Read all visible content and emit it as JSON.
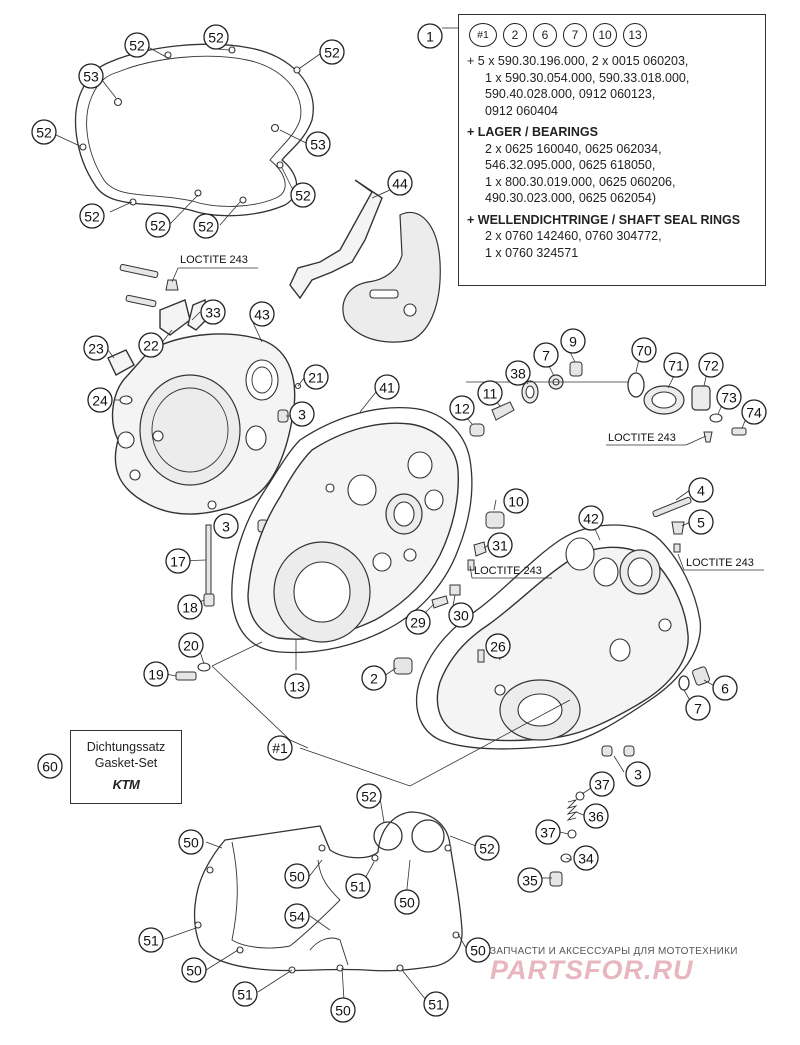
{
  "kit_box": {
    "header_callouts": [
      "#1",
      "2",
      "6",
      "7",
      "10",
      "13"
    ],
    "lines": [
      {
        "text": "+ 5 x 590.30.196.000, 2 x 0015 060203,",
        "style": "line"
      },
      {
        "text": "1 x 590.30.054.000, 590.33.018.000,",
        "style": "ind"
      },
      {
        "text": "590.40.028.000, 0912 060123,",
        "style": "ind"
      },
      {
        "text": "0912 060404",
        "style": "ind"
      },
      {
        "text": "+ LAGER / BEARINGS",
        "style": "sec"
      },
      {
        "text": "2 x  0625 160040, 0625 062034,",
        "style": "ind"
      },
      {
        "text": "546.32.095.000, 0625 618050,",
        "style": "ind"
      },
      {
        "text": "1 x  800.30.019.000, 0625 060206,",
        "style": "ind"
      },
      {
        "text": "490.30.023.000, 0625 062054)",
        "style": "ind"
      },
      {
        "text": "+ WELLENDICHTRINGE / SHAFT SEAL RINGS",
        "style": "sec"
      },
      {
        "text": "2 x 0760 142460, 0760 304772,",
        "style": "ind"
      },
      {
        "text": "1 x 0760 324571",
        "style": "ind"
      }
    ]
  },
  "gasket_set": {
    "line1": "Dichtungssatz",
    "line2": "Gasket-Set",
    "brand": "KTM"
  },
  "loctite_label": "LOCTITE 243",
  "assembly_ref": "#1",
  "callouts": [
    "1",
    "52",
    "52",
    "52",
    "53",
    "52",
    "53",
    "52",
    "52",
    "52",
    "52",
    "44",
    "33",
    "43",
    "22",
    "23",
    "21",
    "24",
    "3",
    "41",
    "38",
    "9",
    "7",
    "70",
    "71",
    "72",
    "73",
    "74",
    "11",
    "12",
    "3",
    "10",
    "4",
    "5",
    "42",
    "17",
    "31",
    "30",
    "29",
    "18",
    "20",
    "19",
    "13",
    "2",
    "26",
    "6",
    "7",
    "3",
    "60",
    "37",
    "36",
    "37",
    "34",
    "35",
    "52",
    "52",
    "50",
    "50",
    "51",
    "50",
    "54",
    "51",
    "50",
    "50",
    "51",
    "50",
    "51"
  ],
  "watermark": {
    "tagline": "ЗАПЧАСТИ И АКСЕССУАРЫ ДЛЯ МОТОТЕХНИКИ",
    "logo": "PARTSFOR.RU"
  }
}
